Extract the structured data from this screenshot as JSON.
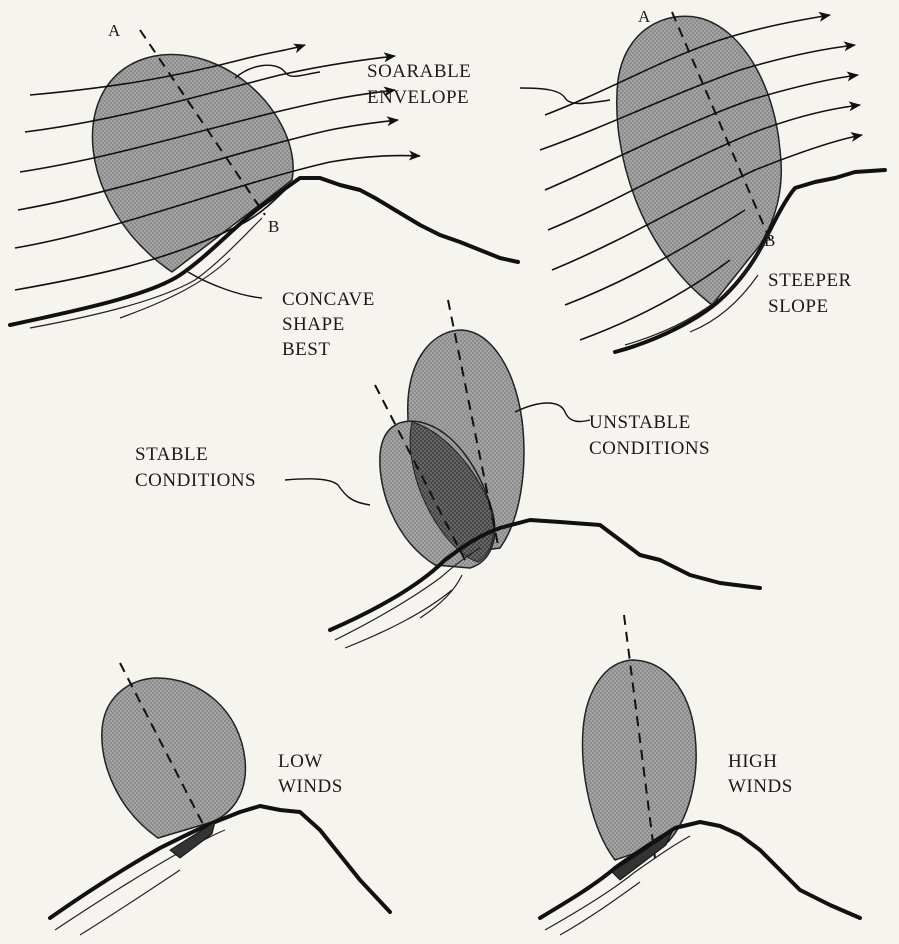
{
  "labels": {
    "soarable_1": "SOARABLE",
    "soarable_2": "ENVELOPE",
    "concave_1": "CONCAVE",
    "concave_2": "SHAPE",
    "concave_3": "BEST",
    "steeper_1": "STEEPER",
    "steeper_2": "SLOPE",
    "unstable_1": "UNSTABLE",
    "unstable_2": "CONDITIONS",
    "stable_1": "STABLE",
    "stable_2": "CONDITIONS",
    "low_1": "LOW",
    "low_2": "WINDS",
    "high_1": "HIGH",
    "high_2": "WINDS",
    "point_a": "A",
    "point_b": "B"
  },
  "colors": {
    "background": "#f6f4ee",
    "envelope_fill": "#9a9a9a",
    "envelope_dark": "#5e5e5e",
    "ink": "#111111"
  }
}
